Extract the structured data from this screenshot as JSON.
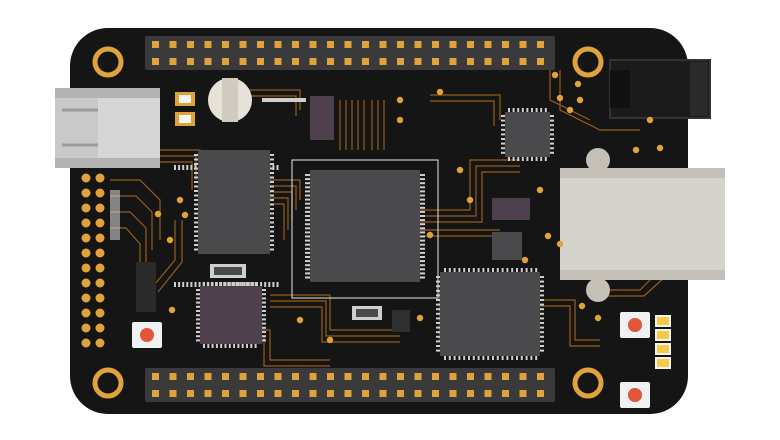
{
  "board": {
    "colors": {
      "pcb": "#151515",
      "copper": "#d4912a",
      "trace": "#a4661c",
      "pad": "#e0a23a",
      "silk": "#e8e8e8",
      "chip": "#4a4a4c",
      "chip_dark": "#3b3b3d",
      "pin": "#cfcfcf",
      "usb_metal": "#c9c9c9",
      "ethernet": "#d6d2cc",
      "power_jack": "#1b1b1b",
      "led": "#f7c948",
      "button": "#e2553b",
      "purple_chip": "#4f404d"
    },
    "icons": {
      "usb_port": "usb-a-port",
      "ethernet_port": "rj45-port",
      "power_jack": "dc-barrel-jack"
    }
  }
}
